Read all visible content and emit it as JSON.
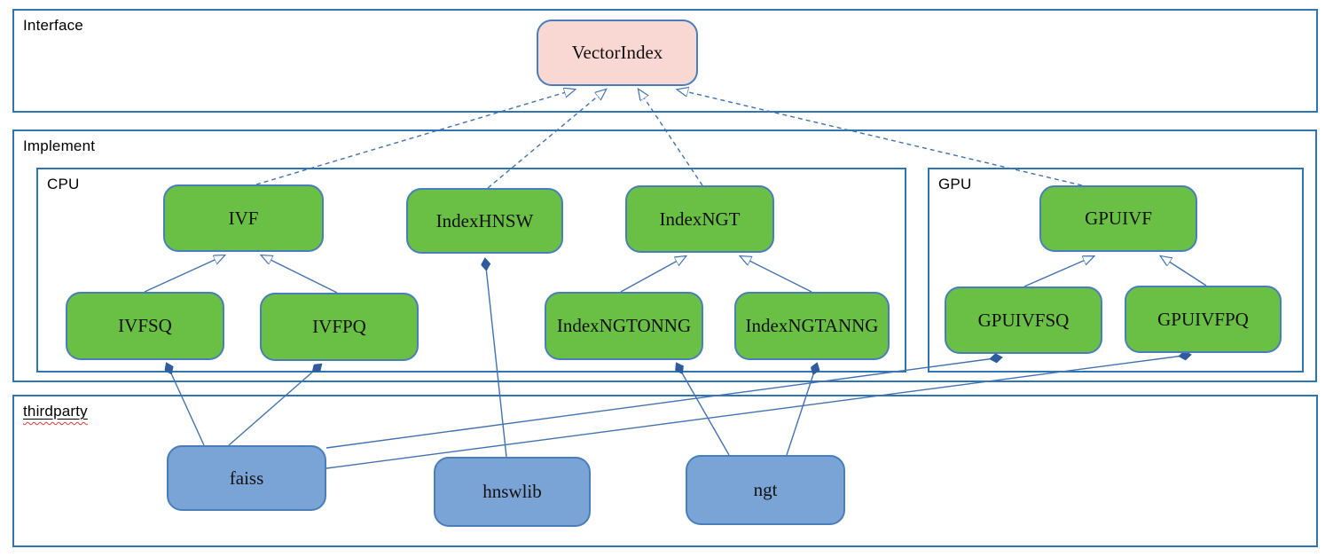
{
  "diagram": {
    "containers": {
      "interface": {
        "label": "Interface"
      },
      "implement": {
        "label": "Implement"
      },
      "cpu": {
        "label": "CPU"
      },
      "gpu": {
        "label": "GPU"
      },
      "thirdparty": {
        "label": "thirdparty"
      }
    },
    "nodes": {
      "vectorindex": {
        "label": "VectorIndex",
        "kind": "interface"
      },
      "ivf": {
        "label": "IVF",
        "kind": "implementation-cpu"
      },
      "indexhnsw": {
        "label": "IndexHNSW",
        "kind": "implementation-cpu"
      },
      "indexngt": {
        "label": "IndexNGT",
        "kind": "implementation-cpu"
      },
      "gpuivf": {
        "label": "GPUIVF",
        "kind": "implementation-gpu"
      },
      "ivfsq": {
        "label": "IVFSQ",
        "kind": "implementation-cpu"
      },
      "ivfpq": {
        "label": "IVFPQ",
        "kind": "implementation-cpu"
      },
      "indexngtonng": {
        "label": "IndexNGTONNG",
        "kind": "implementation-cpu"
      },
      "indexngtanng": {
        "label": "IndexNGTANNG",
        "kind": "implementation-cpu"
      },
      "gpuivfsq": {
        "label": "GPUIVFSQ",
        "kind": "implementation-gpu"
      },
      "gpuivfpq": {
        "label": "GPUIVFPQ",
        "kind": "implementation-gpu"
      },
      "faiss": {
        "label": "faiss",
        "kind": "thirdparty"
      },
      "hnswlib": {
        "label": "hnswlib",
        "kind": "thirdparty"
      },
      "ngt": {
        "label": "ngt",
        "kind": "thirdparty"
      }
    },
    "edges": [
      {
        "from": "IVF",
        "to": "VectorIndex",
        "relation": "realizes",
        "line": "dashed",
        "marker": "hollow-triangle"
      },
      {
        "from": "IndexHNSW",
        "to": "VectorIndex",
        "relation": "realizes",
        "line": "dashed",
        "marker": "hollow-triangle"
      },
      {
        "from": "IndexNGT",
        "to": "VectorIndex",
        "relation": "realizes",
        "line": "dashed",
        "marker": "hollow-triangle"
      },
      {
        "from": "GPUIVF",
        "to": "VectorIndex",
        "relation": "realizes",
        "line": "dashed",
        "marker": "hollow-triangle"
      },
      {
        "from": "IVFSQ",
        "to": "IVF",
        "relation": "extends",
        "line": "solid",
        "marker": "hollow-triangle"
      },
      {
        "from": "IVFPQ",
        "to": "IVF",
        "relation": "extends",
        "line": "solid",
        "marker": "hollow-triangle"
      },
      {
        "from": "IndexNGTONNG",
        "to": "IndexNGT",
        "relation": "extends",
        "line": "solid",
        "marker": "hollow-triangle"
      },
      {
        "from": "IndexNGTANNG",
        "to": "IndexNGT",
        "relation": "extends",
        "line": "solid",
        "marker": "hollow-triangle"
      },
      {
        "from": "GPUIVFSQ",
        "to": "GPUIVF",
        "relation": "extends",
        "line": "solid",
        "marker": "hollow-triangle"
      },
      {
        "from": "GPUIVFPQ",
        "to": "GPUIVF",
        "relation": "extends",
        "line": "solid",
        "marker": "hollow-triangle"
      },
      {
        "from": "faiss",
        "to": "IVFSQ",
        "relation": "composition",
        "line": "solid",
        "marker": "filled-diamond"
      },
      {
        "from": "faiss",
        "to": "IVFPQ",
        "relation": "composition",
        "line": "solid",
        "marker": "filled-diamond"
      },
      {
        "from": "faiss",
        "to": "GPUIVFSQ",
        "relation": "composition",
        "line": "solid",
        "marker": "filled-diamond"
      },
      {
        "from": "faiss",
        "to": "GPUIVFPQ",
        "relation": "composition",
        "line": "solid",
        "marker": "filled-diamond"
      },
      {
        "from": "hnswlib",
        "to": "IndexHNSW",
        "relation": "composition",
        "line": "solid",
        "marker": "filled-diamond"
      },
      {
        "from": "ngt",
        "to": "IndexNGTONNG",
        "relation": "composition",
        "line": "solid",
        "marker": "filled-diamond"
      },
      {
        "from": "ngt",
        "to": "IndexNGTANNG",
        "relation": "composition",
        "line": "solid",
        "marker": "filled-diamond"
      }
    ],
    "colors": {
      "interface_node_fill": "#f9d7d3",
      "implementation_node_fill": "#6abf45",
      "thirdparty_node_fill": "#7aa3d6",
      "container_border": "#2e75b6",
      "node_border": "#4a7ebb",
      "edge_line": "#4172b0",
      "diamond_fill": "#2e5c9e",
      "spellcheck_underline": "#e03c31"
    }
  }
}
